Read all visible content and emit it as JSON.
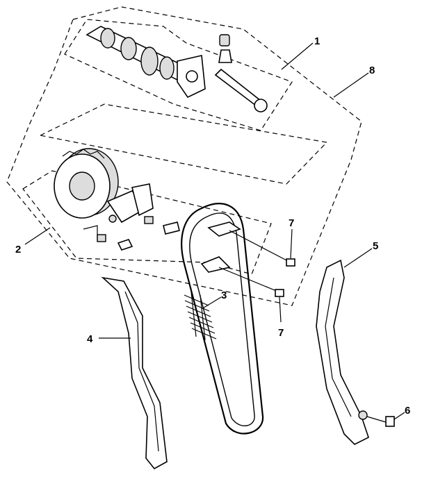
{
  "diagram": {
    "callouts": [
      {
        "id": "c1",
        "label": "1"
      },
      {
        "id": "c8",
        "label": "8"
      },
      {
        "id": "c2",
        "label": "2"
      },
      {
        "id": "c7a",
        "label": "7"
      },
      {
        "id": "c5",
        "label": "5"
      },
      {
        "id": "c3",
        "label": "3"
      },
      {
        "id": "c7b",
        "label": "7"
      },
      {
        "id": "c4",
        "label": "4"
      },
      {
        "id": "c6",
        "label": "6"
      }
    ]
  }
}
